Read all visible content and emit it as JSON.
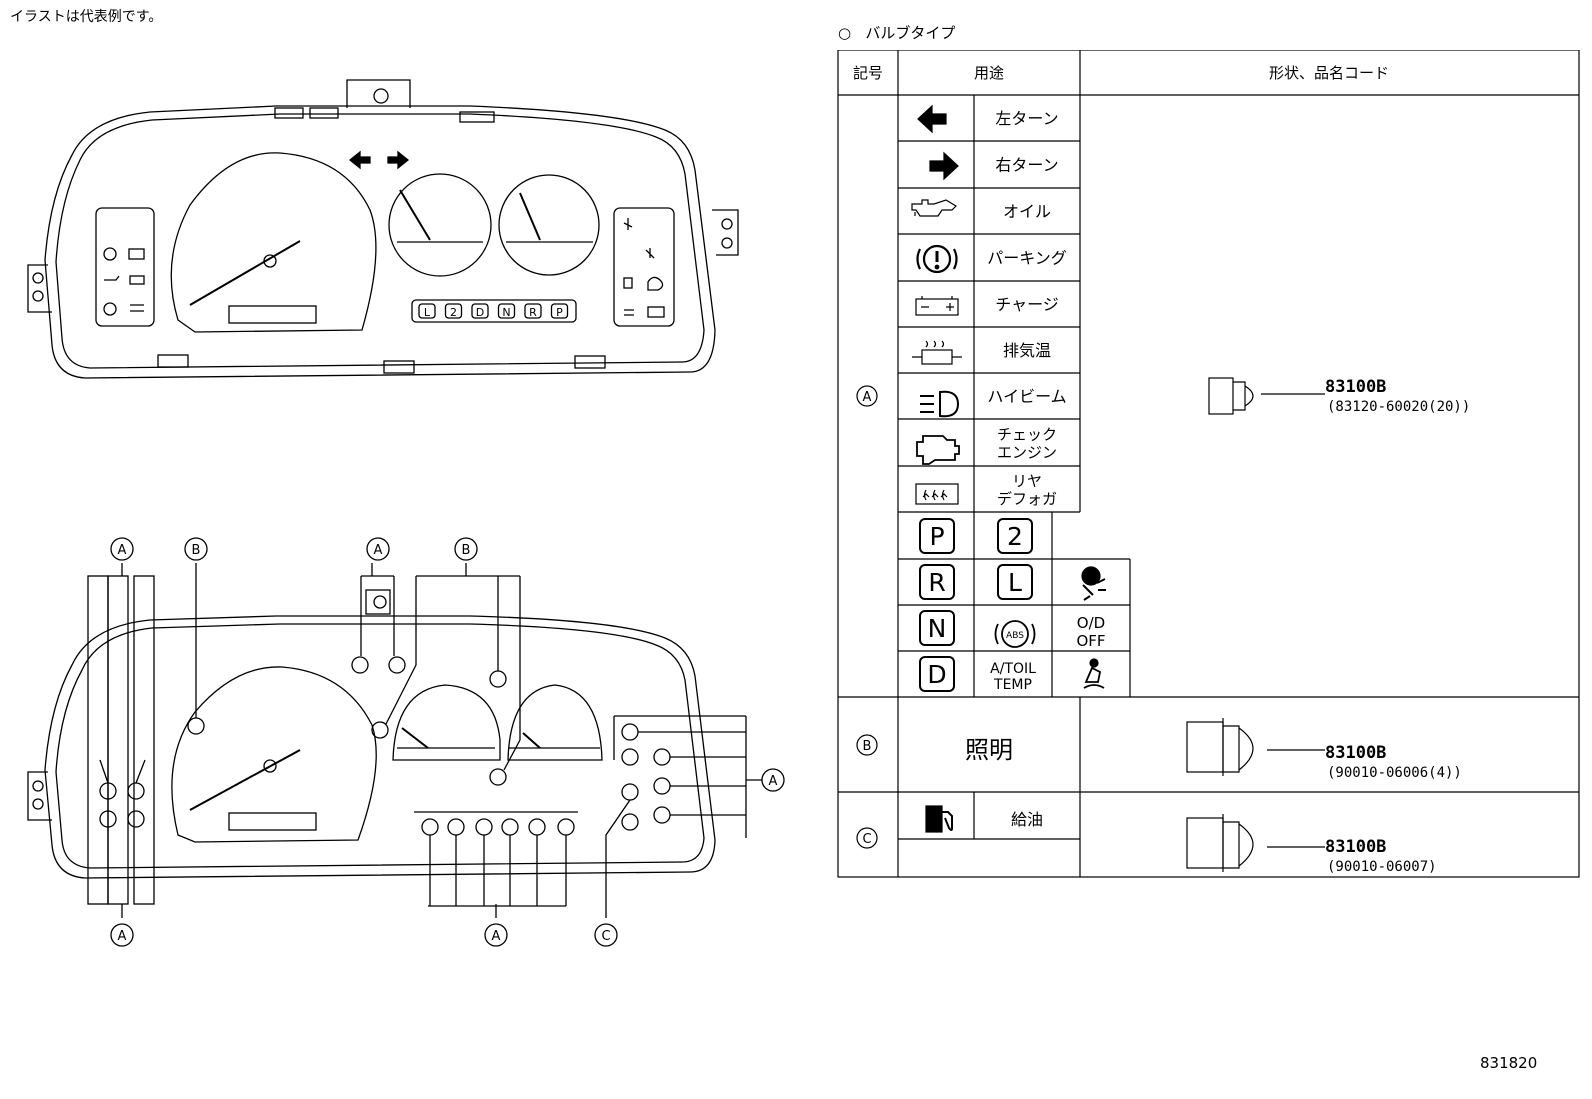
{
  "note": "イラストは代表例です。",
  "diagram_id": "831820",
  "legend": {
    "title_symbol": "○",
    "title": "バルブタイプ"
  },
  "table": {
    "headers": {
      "symbol": "記号",
      "use": "用途",
      "shape_code": "形状、品名コード"
    },
    "group_a": {
      "mark": "A",
      "rows": [
        {
          "icon": "left-arrow-icon",
          "label": "左ターン"
        },
        {
          "icon": "right-arrow-icon",
          "label": "右ターン"
        },
        {
          "icon": "oil-can-icon",
          "label": "オイル"
        },
        {
          "icon": "parking-brake-icon",
          "label": "パーキング"
        },
        {
          "icon": "battery-icon",
          "label": "チャージ"
        },
        {
          "icon": "exhaust-temp-icon",
          "label": "排気温"
        },
        {
          "icon": "high-beam-icon",
          "label": "ハイビーム"
        },
        {
          "icon": "check-engine-icon",
          "label1": "チェック",
          "label2": "エンジン"
        },
        {
          "icon": "rear-defogger-icon",
          "label1": "リヤ",
          "label2": "デフォガ"
        }
      ],
      "gear_letters": [
        "P",
        "2",
        "R",
        "L",
        "N",
        "D"
      ],
      "abs_label": "ABS",
      "od_off": [
        "O/D",
        "OFF"
      ],
      "at_oil_temp": [
        "A/TOIL",
        "TEMP"
      ],
      "part_code": "83100B",
      "part_number": "(83120-60020(20))"
    },
    "group_b": {
      "mark": "B",
      "label": "照明",
      "part_code": "83100B",
      "part_number": "(90010-06006(4))"
    },
    "group_c": {
      "mark": "C",
      "label": "給油",
      "part_code": "83100B",
      "part_number": "(90010-06007)"
    }
  },
  "cluster": {
    "gear_indicator": [
      "L",
      "2",
      "D",
      "N",
      "R",
      "P"
    ],
    "callouts": [
      "A",
      "B",
      "A",
      "B",
      "A",
      "A",
      "A",
      "C"
    ]
  }
}
